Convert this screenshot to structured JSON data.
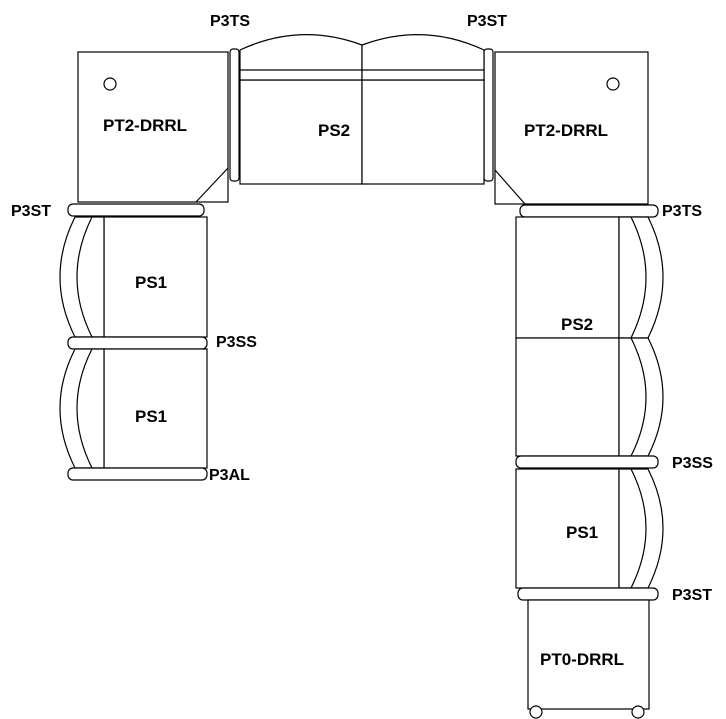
{
  "diagram": {
    "labels": {
      "corner_left": "PT2-DRRL",
      "corner_right": "PT2-DRRL",
      "top_seat": "PS2",
      "left_seat_1": "PS1",
      "left_seat_2": "PS1",
      "right_seat_double": "PS2",
      "right_seat_single": "PS1",
      "bottom_end": "PT0-DRRL",
      "arm_top_left": "P3TS",
      "arm_top_right": "P3ST",
      "arm_left_top": "P3ST",
      "arm_right_top": "P3TS",
      "arm_left_mid": "P3SS",
      "arm_left_bottom": "P3AL",
      "arm_right_mid": "P3SS",
      "arm_right_bottom": "P3ST"
    }
  }
}
